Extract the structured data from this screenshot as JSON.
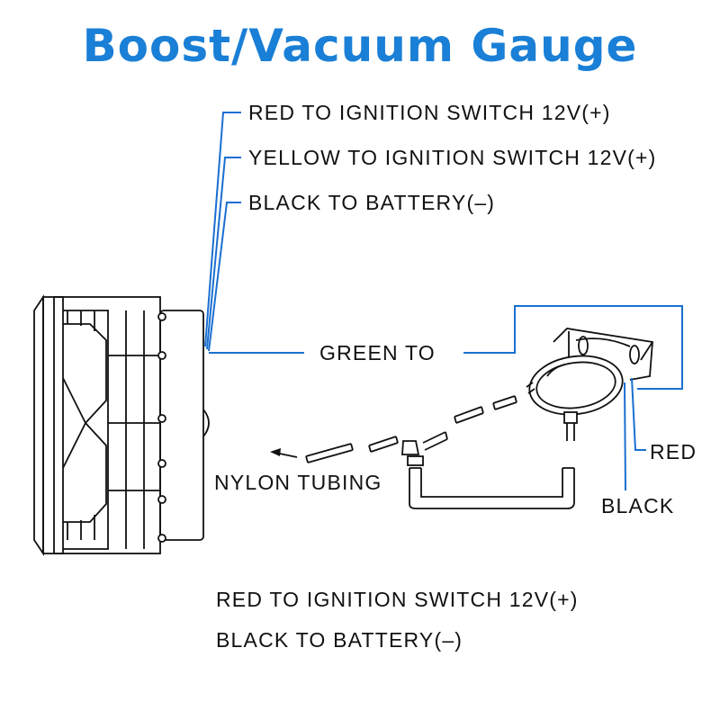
{
  "title": "Boost/Vacuum Gauge",
  "colors": {
    "title": "#1a7fd6",
    "wires": "#1a6fd0",
    "drawing": "#111111"
  },
  "wire_labels": {
    "red_ignition": "RED TO IGNITION SWITCH 12V(+)",
    "yellow_ignition": "YELLOW TO IGNITION SWITCH 12V(+)",
    "black_battery": "BLACK TO BATTERY(–)",
    "green": "GREEN TO"
  },
  "sensor_labels": {
    "red": "RED",
    "black": "BLACK",
    "nylon_tubing": "NYLON TUBING"
  },
  "sensor_wiring": {
    "red_ignition": "RED TO IGNITION SWITCH 12V(+)",
    "black_battery": "BLACK TO BATTERY(–)"
  }
}
